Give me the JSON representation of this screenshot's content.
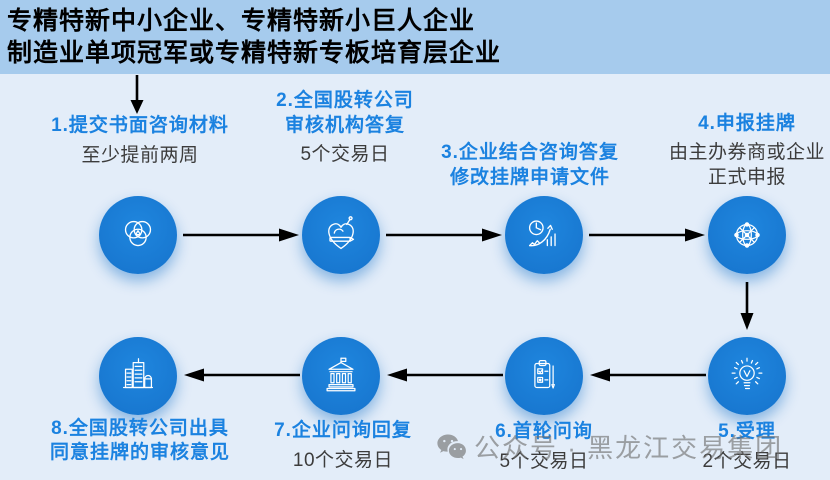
{
  "title": {
    "line1": "专精特新中小企业、专精特新小巨人企业",
    "line2": "制造业单项冠军或专精特新专板培育层企业"
  },
  "steps": [
    {
      "num": "1",
      "title_lines": [
        "1.提交书面咨询材料"
      ],
      "sub_lines": [
        "至少提前两周"
      ],
      "icon": "venn-diagram-icon"
    },
    {
      "num": "2",
      "title_lines": [
        "2.全国股转公司",
        "审核机构答复"
      ],
      "sub_lines": [
        "5个交易日"
      ],
      "icon": "heart-pencil-icon"
    },
    {
      "num": "3",
      "title_lines": [
        "3.企业结合咨询答复",
        "修改挂牌申请文件"
      ],
      "sub_lines": [],
      "icon": "growth-chart-icon"
    },
    {
      "num": "4",
      "title_lines": [
        "4.申报挂牌"
      ],
      "sub_lines": [
        "由主办券商或企业",
        "正式申报"
      ],
      "icon": "globe-network-icon"
    },
    {
      "num": "5",
      "title_lines": [
        "5.受理"
      ],
      "sub_lines": [
        "2个交易日"
      ],
      "icon": "lightbulb-gear-icon"
    },
    {
      "num": "6",
      "title_lines": [
        "6.首轮问询"
      ],
      "sub_lines": [
        "5个交易日"
      ],
      "icon": "clipboard-checklist-icon"
    },
    {
      "num": "7",
      "title_lines": [
        "7.企业问询回复"
      ],
      "sub_lines": [
        "10个交易日"
      ],
      "icon": "bank-building-icon"
    },
    {
      "num": "8",
      "title_lines": [
        "8.全国股转公司出具",
        "同意挂牌的审核意见"
      ],
      "sub_lines": [],
      "icon": "city-buildings-icon"
    }
  ],
  "watermark": {
    "icon": "wechat-icon",
    "text": "公众号 · 黑龙江交易集团"
  },
  "colors": {
    "background": "#E3EDF9",
    "title_band": "#A6CBED",
    "title_text": "#000000",
    "step_title_blue": "#1B82E0",
    "sub_text": "#3C3C3C",
    "node_blue": "#1878D3",
    "arrow_black": "#000000",
    "watermark_gray": "#6E6E6E"
  }
}
